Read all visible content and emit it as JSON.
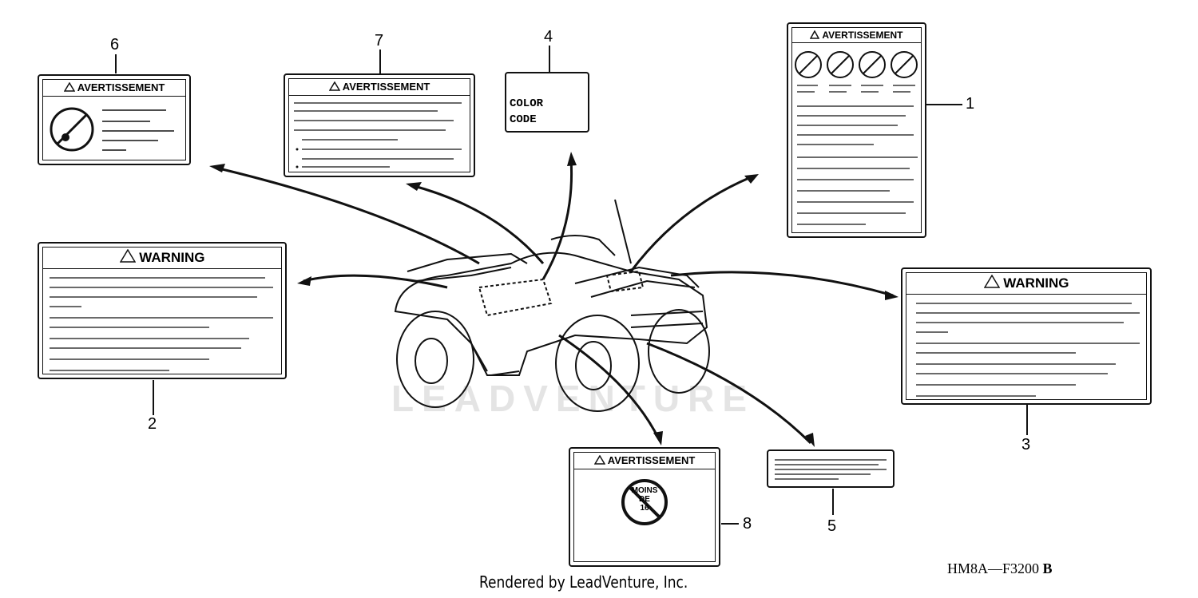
{
  "labels": {
    "n1": "1",
    "n2": "2",
    "n3": "3",
    "n4": "4",
    "n5": "5",
    "n6": "6",
    "n7": "7",
    "n8": "8"
  },
  "texts": {
    "avertissement": "AVERTISSEMENT",
    "warning": "WARNING",
    "color": "COLOR",
    "code": "CODE",
    "moins": "MOINS",
    "de": "DE",
    "six": "16"
  },
  "watermark": "LEADVENTURE",
  "footer": "Rendered by LeadVenture, Inc.",
  "diagram_code": "HM8A—F3200",
  "diagram_code_suffix": "B"
}
